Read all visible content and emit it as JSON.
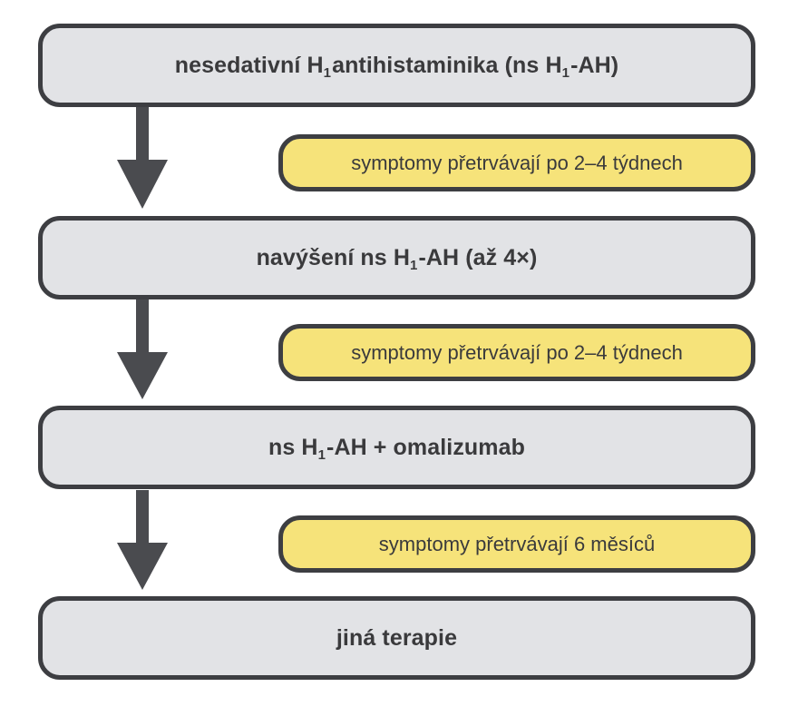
{
  "steps": [
    {
      "pre": "nesedativní H",
      "sub": "1",
      "post": "antihistaminika (ns H",
      "sub2": "1",
      "post2": "-AH)"
    },
    {
      "pre": "navýšení ns H",
      "sub": "1",
      "post": "-AH (až 4×)"
    },
    {
      "pre": "ns H",
      "sub": "1",
      "post": "-AH + omalizumab"
    },
    {
      "pre": "jiná terapie"
    }
  ],
  "conditions": [
    "symptomy přetrvávají po 2–4 týdnech",
    "symptomy přetrvávají po 2–4 týdnech",
    "symptomy přetrvávají 6 měsíců"
  ],
  "colors": {
    "step_fill": "#e2e3e6",
    "condition_fill": "#f6e37a",
    "border": "#3d3e42",
    "arrow": "#4a4b4f"
  }
}
